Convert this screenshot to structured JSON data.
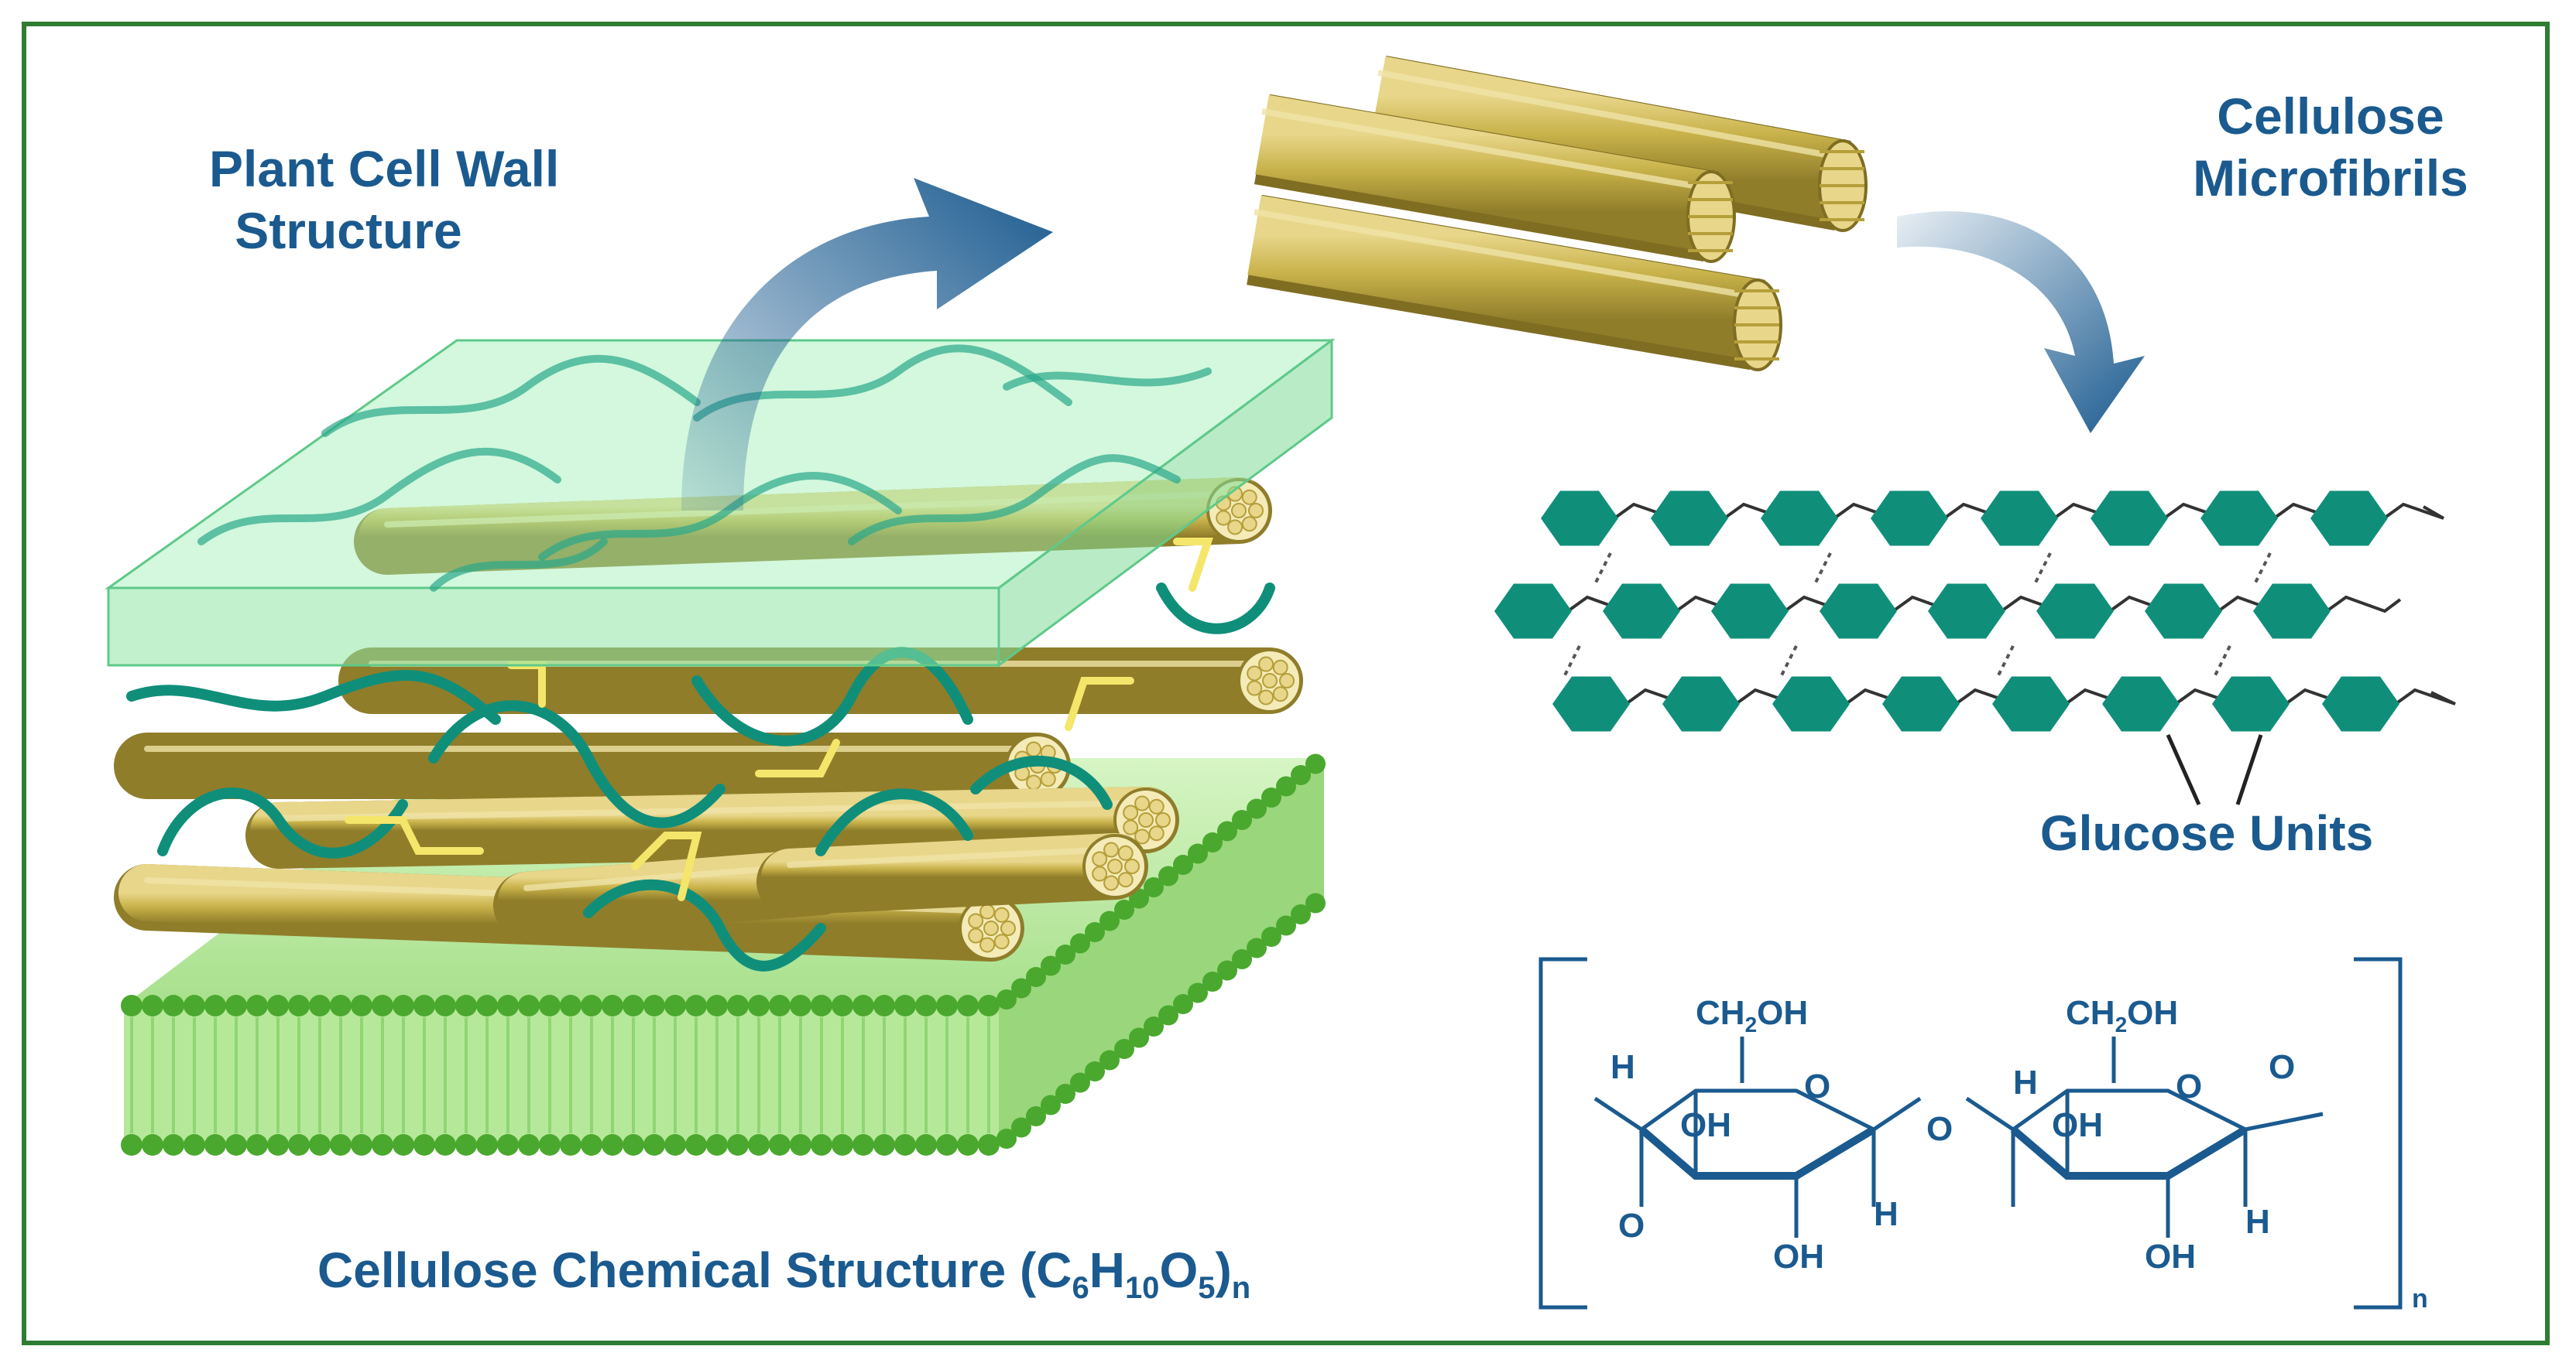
{
  "diagram": {
    "title_cell_wall_line1": "Plant Cell Wall",
    "title_cell_wall_line2": "Structure",
    "title_microfibrils_line1": "Cellulose",
    "title_microfibrils_line2": "Microfibrils",
    "label_glucose_units": "Glucose Units",
    "formula_text": "Cellulose Chemical Structure (C",
    "formula_c_sub": "6",
    "formula_h": "H",
    "formula_h_sub": "10",
    "formula_o": "O",
    "formula_o_sub": "5",
    "formula_close": ")",
    "formula_n": "n"
  },
  "chem_labels": {
    "ch2oh": "CH",
    "ch2oh_sub": "2",
    "ch2oh_tail": "OH",
    "oh": "OH",
    "h": "H",
    "o": "O",
    "repeat_n": "n"
  },
  "colors": {
    "frame": "#2e7d32",
    "label_blue": "#1a5a8f",
    "fiber_gold": "#c8b24a",
    "glucose_teal": "#0f8f7a",
    "membrane_green": "#5fba3d",
    "wall_green": "#9ef0b4"
  }
}
